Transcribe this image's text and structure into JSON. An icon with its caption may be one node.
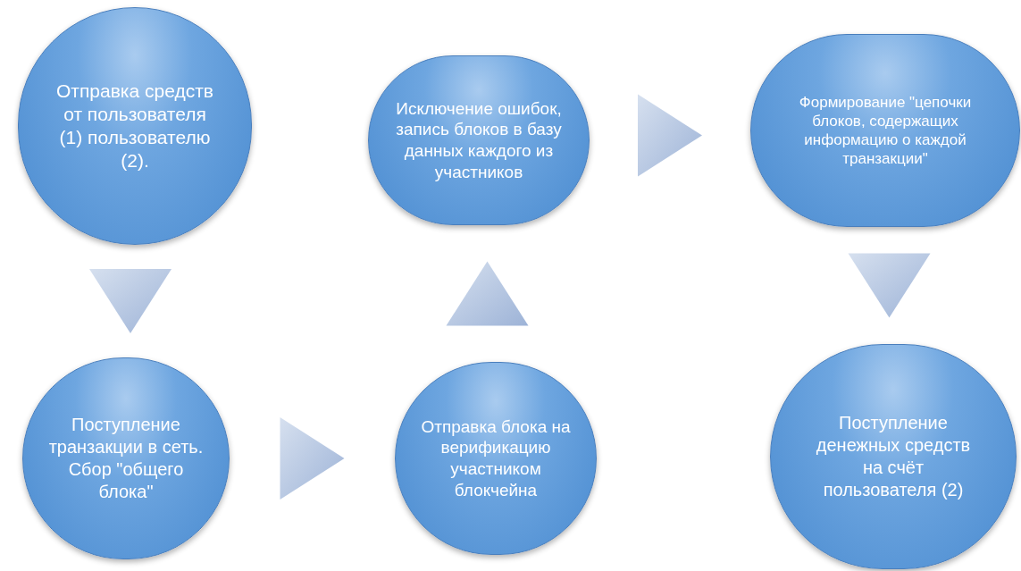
{
  "diagram": {
    "nodes": [
      {
        "text": [
          "Отправка средств от пользователя (1) пользователю (2)."
        ]
      },
      {
        "text": [
          "Поступление транзакции в сеть. Сбор \"общего блока\""
        ]
      },
      {
        "text": [
          "Отправка блока на верификацию участником блокчейна"
        ]
      },
      {
        "text": [
          "Исключение ошибок, запись блоков в базу данных каждого из участников"
        ]
      },
      {
        "text": [
          "Формирование \"цепочки блоков, содержащих информацию о каждой транзакции\""
        ]
      },
      {
        "text": [
          "Поступление денежных средств на счёт пользователя (2)"
        ]
      }
    ],
    "edges": [
      {
        "from": 0,
        "to": 1,
        "arrow": "to"
      },
      {
        "from": 1,
        "to": 2,
        "arrow": "to"
      },
      {
        "from": 2,
        "to": 3,
        "arrow": "to"
      },
      {
        "from": 3,
        "to": 4,
        "arrow": "to"
      },
      {
        "from": 4,
        "to": 5,
        "arrow": "to"
      }
    ]
  }
}
